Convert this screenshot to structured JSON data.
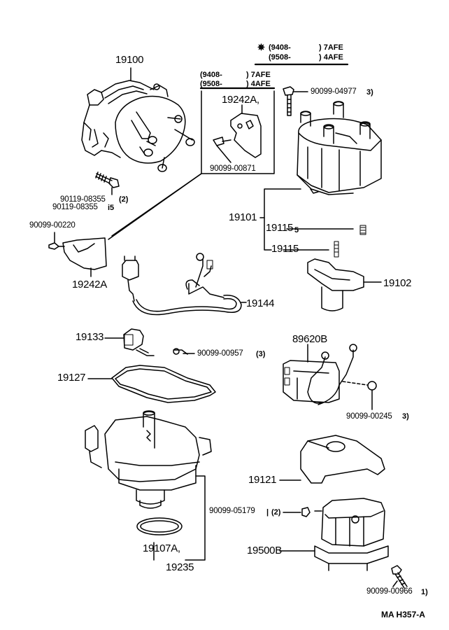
{
  "diagram": {
    "title_code": "MA H357-A",
    "notes": {
      "top_right": {
        "star": "✵",
        "rows": [
          {
            "code": "(9408-",
            "model": ") 7AFE"
          },
          {
            "code": "(9508-",
            "model": ") 4AFE"
          }
        ]
      },
      "bracket_box": {
        "rows": [
          {
            "code": "(9408-",
            "model": ") 7AFE"
          },
          {
            "code": "(9508-",
            "model": ") 4AFE"
          }
        ]
      }
    },
    "parts": [
      {
        "id": "p19100",
        "number": "19100",
        "name": "distributor assembly"
      },
      {
        "id": "p19242A_box",
        "number": "19242A,",
        "name": "distributor bracket (boxed)"
      },
      {
        "id": "p90099_00871",
        "number": "90099-00871",
        "name": "bolt"
      },
      {
        "id": "p90099_04977",
        "number": "90099-04977",
        "qty": "3)",
        "name": "bolt"
      },
      {
        "id": "p90119_08355_a",
        "number": "90119-08355",
        "qty": "(2)",
        "name": "bolt"
      },
      {
        "id": "p90119_08355_b",
        "number": "90119-08355",
        "qty": "i5",
        "name": "bolt"
      },
      {
        "id": "p90099_00220",
        "number": "90099-00220",
        "name": "screw"
      },
      {
        "id": "p19242A",
        "number": "19242A",
        "name": "bracket"
      },
      {
        "id": "p19101",
        "number": "19101",
        "name": "distributor cap"
      },
      {
        "id": "p19115_a",
        "number": "19115",
        "qty": "5",
        "name": "carbon center"
      },
      {
        "id": "p19115_b",
        "number": "19115",
        "name": "carbon center"
      },
      {
        "id": "p19102",
        "number": "19102",
        "name": "rotor"
      },
      {
        "id": "p19144",
        "number": "19144",
        "name": "wire harness"
      },
      {
        "id": "p19133",
        "number": "19133",
        "name": "condenser"
      },
      {
        "id": "p90099_00957",
        "number": "90099-00957",
        "qty": "(3)",
        "name": "screw"
      },
      {
        "id": "p89620B",
        "number": "89620B",
        "name": "igniter"
      },
      {
        "id": "p90099_00245",
        "number": "90099-00245",
        "qty": "3)",
        "name": "screw"
      },
      {
        "id": "p19127",
        "number": "19127",
        "name": "gasket"
      },
      {
        "id": "p19121",
        "number": "19121",
        "name": "cover"
      },
      {
        "id": "p90099_05179",
        "number": "90099-05179",
        "name": "housing assembly"
      },
      {
        "id": "p90099_05179_qty",
        "number": "",
        "qty": "(2)",
        "name": "screw"
      },
      {
        "id": "p19500B",
        "number": "19500B",
        "name": "coil housing"
      },
      {
        "id": "p19107A",
        "number": "19107A,",
        "name": "o-ring"
      },
      {
        "id": "p19235",
        "number": "19235",
        "name": "housing"
      },
      {
        "id": "p90099_00966",
        "number": "90099-00966",
        "qty": "1)",
        "name": "bolt"
      }
    ]
  }
}
